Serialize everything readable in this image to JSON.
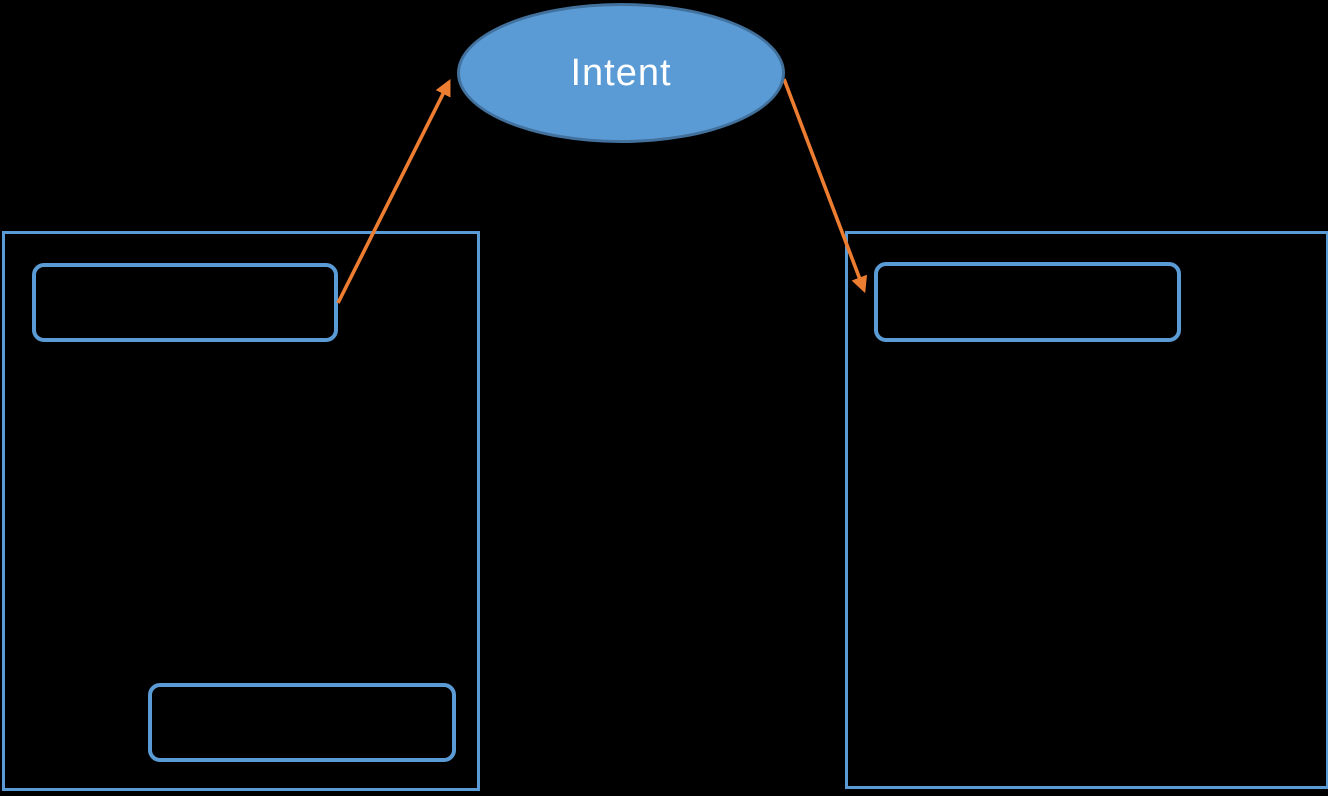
{
  "diagram": {
    "intent_node": {
      "label": "Intent",
      "shape": "ellipse"
    },
    "left_panel": {
      "label": "",
      "shape": "rectangle",
      "inner_boxes": [
        {
          "id": "left-top-box",
          "label": ""
        },
        {
          "id": "left-bottom-box",
          "label": ""
        }
      ]
    },
    "right_panel": {
      "label": "",
      "shape": "rectangle",
      "inner_boxes": [
        {
          "id": "right-top-box",
          "label": ""
        }
      ]
    },
    "arrows": [
      {
        "from": "left-top-box",
        "to": "intent-node"
      },
      {
        "from": "intent-node",
        "to": "right-top-box"
      }
    ],
    "colors": {
      "background": "#000000",
      "ellipse_fill": "#5B9BD5",
      "ellipse_border": "#41719C",
      "panel_border": "#5B9BD5",
      "inner_box_border": "#5B9BD5",
      "arrow": "#ED7D31",
      "label_text": "#FFFFFF"
    }
  }
}
